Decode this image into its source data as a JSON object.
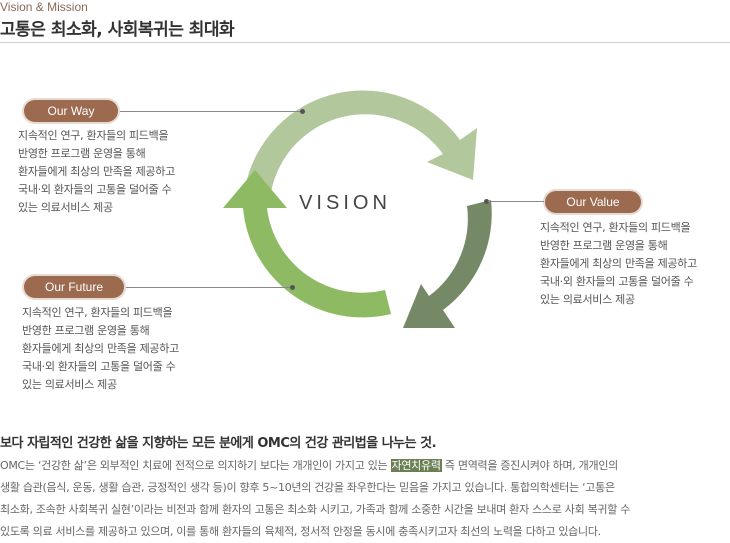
{
  "header": {
    "eyebrow": "Vision & Mission",
    "title": "고통은 최소화, 사회복귀는 최대화"
  },
  "diagram": {
    "center_label": "VISION",
    "colors": {
      "arc_light": "#b2c79c",
      "arc_dark": "#758966",
      "arc_mid": "#8fba64",
      "pill": "#9b6a4f"
    }
  },
  "our_way": {
    "label": "Our Way",
    "lines": [
      "지속적인 연구, 환자들의 피드백을",
      "반영한 프로그램 운영을 통해",
      "환자들에게 최상의 만족을 제공하고",
      "국내·외 환자들의 고통을 덜어줄 수",
      "있는 의료서비스 제공"
    ]
  },
  "our_value": {
    "label": "Our Value",
    "lines": [
      "지속적인 연구, 환자들의 피드백을",
      "반영한 프로그램 운영을 통해",
      "환자들에게 최상의 만족을 제공하고",
      "국내·외 환자들의 고통을 덜어줄 수",
      "있는 의료서비스 제공"
    ]
  },
  "our_future": {
    "label": "Our Future",
    "lines": [
      "지속적인 연구, 환자들의 피드백을",
      "반영한 프로그램 운영을 통해",
      "환자들에게 최상의 만족을 제공하고",
      "국내·외 환자들의 고통을 덜어줄 수",
      "있는 의료서비스 제공"
    ]
  },
  "bottom": {
    "headline": "보다 자립적인 건강한 삶을 지향하는 모든 분에게 OMC의 건강 관리법을 나누는 것.",
    "line1_a": "OMC는 ‘건강한 삶’은 외부적인 치료에 전적으로 의지하기 보다는 개개인이 가지고 있는 ",
    "line1_hl": "자연치유력",
    "line1_b": " 즉 면역력을 증진시켜야 하며, 개개인의",
    "line2": "생활 습관(음식, 운동, 생활 습관, 긍정적인 생각 등)이 향후 5~10년의 건강을 좌우한다는 믿음을 가지고 있습니다. 통합의학센터는 ‘고통은",
    "line3": "최소화, 조속한 사회복귀 실현’이라는 비전과 함께 환자의 고통은 최소화 시키고, 가족과 함께 소중한 시간을 보내며 환자 스스로 사회 복귀할 수",
    "line4": "있도록 의료 서비스를 제공하고 있으며, 이를 통해 환자들의 육체적, 정서적 안정을 동시에 충족시키고자 최선의 노력을 다하고 있습니다."
  }
}
